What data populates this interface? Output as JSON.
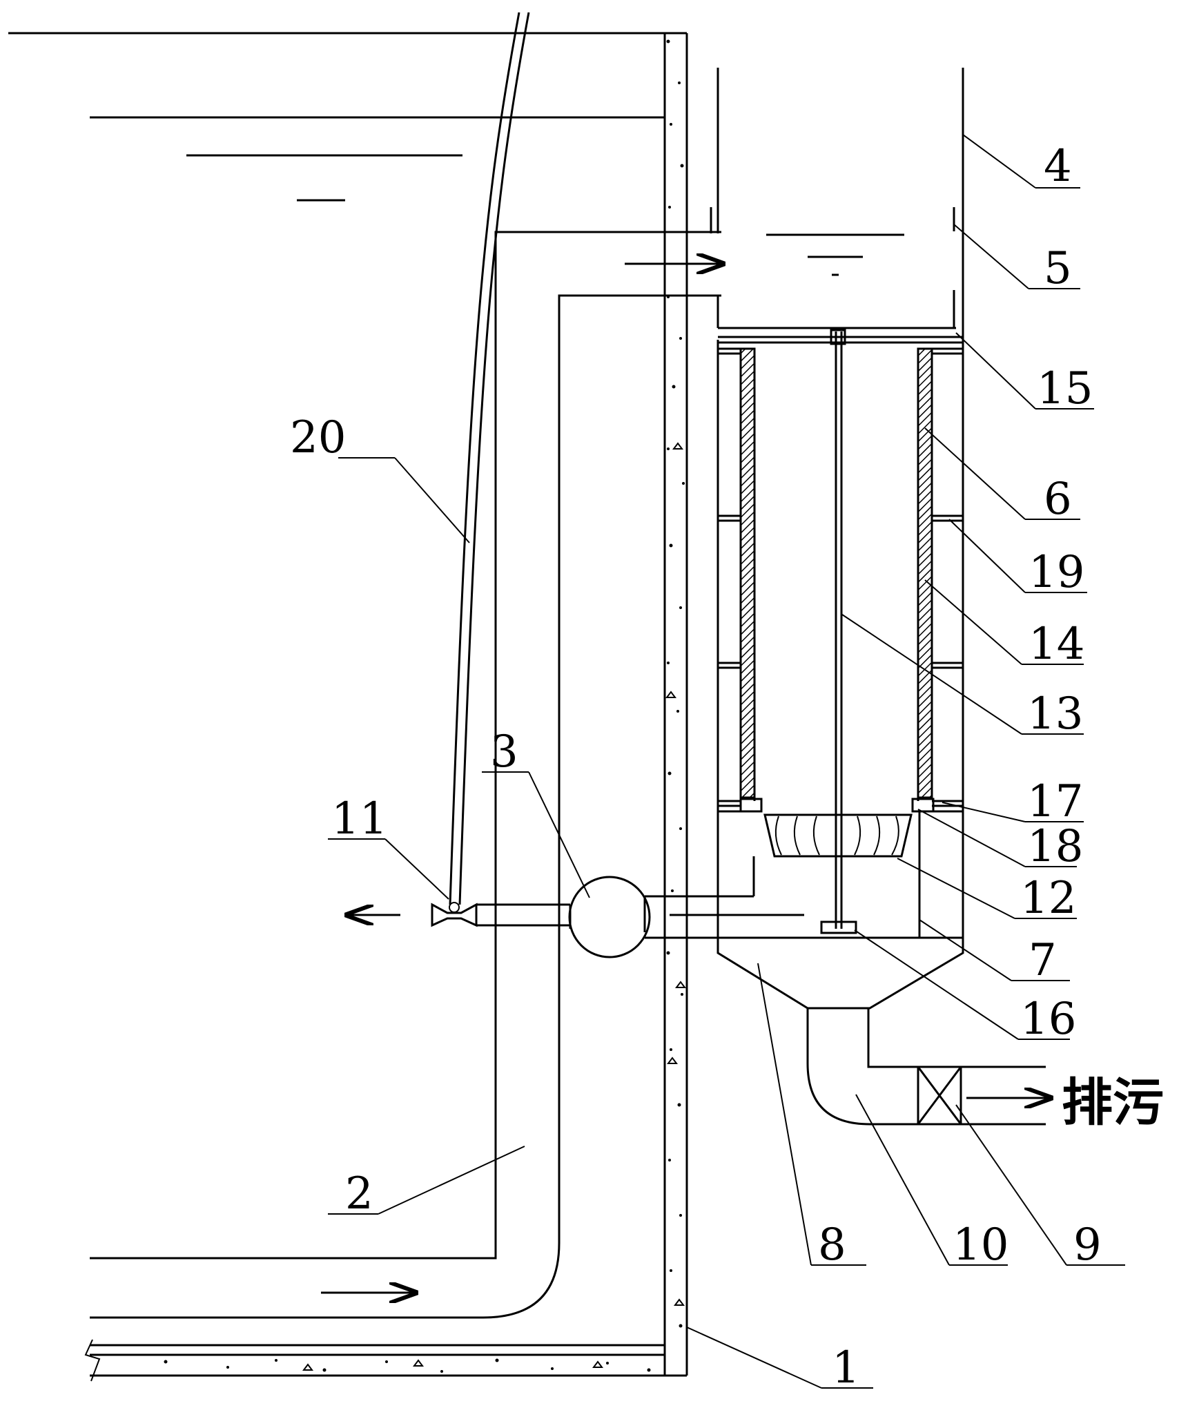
{
  "labels": {
    "l1": "1",
    "l2": "2",
    "l3": "3",
    "l4": "4",
    "l5": "5",
    "l6": "6",
    "l7": "7",
    "l8": "8",
    "l9": "9",
    "l10": "10",
    "l11": "11",
    "l12": "12",
    "l13": "13",
    "l14": "14",
    "l15": "15",
    "l16": "16",
    "l17": "17",
    "l18": "18",
    "l19": "19",
    "l20": "20"
  },
  "discharge_label": "排污"
}
